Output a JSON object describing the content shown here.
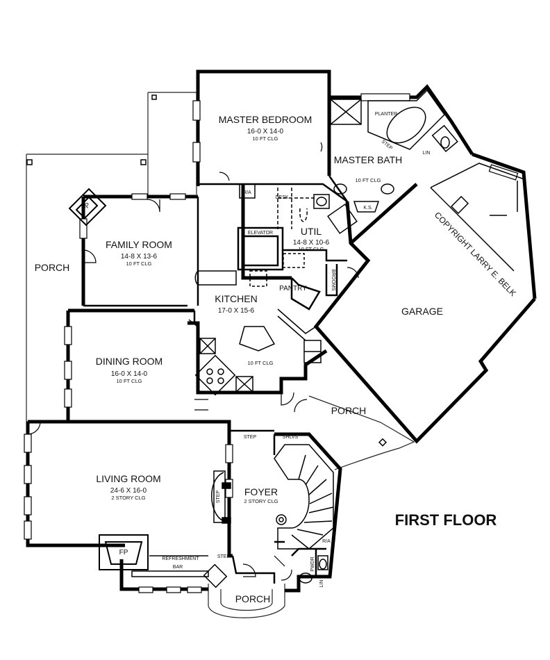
{
  "plan": {
    "title": "FIRST FLOOR",
    "copyright": "COPYRIGHT LARRY E. BELK",
    "rooms": [
      {
        "key": "master_bedroom",
        "name": "MASTER BEDROOM",
        "size": "16-0 X 14-0",
        "ceiling": "10 FT CLG"
      },
      {
        "key": "master_bath",
        "name": "MASTER BATH",
        "ceiling": "10 FT CLG"
      },
      {
        "key": "family_room",
        "name": "FAMILY ROOM",
        "size": "14-8 X 13-6",
        "ceiling": "10 FT CLG"
      },
      {
        "key": "util",
        "name": "UTIL",
        "size": "14-8 X 10-6",
        "ceiling": "10 FT CLG"
      },
      {
        "key": "kitchen",
        "name": "KITCHEN",
        "size": "17-0 X 15-6",
        "ceiling": "10 FT CLG"
      },
      {
        "key": "dining_room",
        "name": "DINING ROOM",
        "size": "16-0 X 14-0",
        "ceiling": "10 FT CLG"
      },
      {
        "key": "living_room",
        "name": "LIVING ROOM",
        "size": "24-6 X 16-0",
        "ceiling": "2 STORY CLG"
      },
      {
        "key": "foyer",
        "name": "FOYER",
        "ceiling": "2 STORY CLG"
      },
      {
        "key": "garage",
        "name": "GARAGE"
      },
      {
        "key": "porch_west",
        "name": "PORCH"
      },
      {
        "key": "porch_east",
        "name": "PORCH"
      },
      {
        "key": "porch_front",
        "name": "PORCH"
      }
    ],
    "fixtures": {
      "planter": "PLANTER",
      "lin_bath": "LIN",
      "step_bath": "STEP",
      "ks": "K.S.",
      "ra_top": "R/A",
      "desk": "DESK",
      "elevator": "ELEVATOR",
      "brooms": "BROOMS",
      "pantry": "PANTRY",
      "fp_family": "FP",
      "fp_living": "FP",
      "step_kitchen": "STEP",
      "shlvs": "SHLVS",
      "step_living": "STEP",
      "refreshment": "REFRESHMENT",
      "bar": "BAR",
      "step_bar": "STEP",
      "ra_foyer": "R/A",
      "pwdr": "PWDR",
      "lin_pwdr": "LIN"
    }
  }
}
